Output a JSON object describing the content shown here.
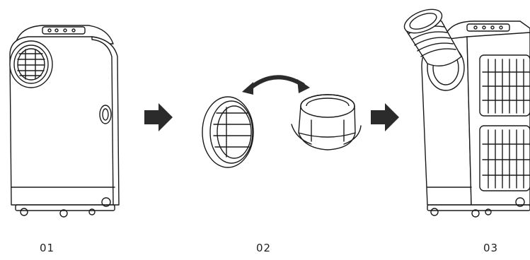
{
  "diagram": {
    "steps": [
      {
        "label": "01"
      },
      {
        "label": "02"
      },
      {
        "label": "03"
      }
    ]
  },
  "colors": {
    "line": "#1a1a1a",
    "arrow": "#2b2b2b",
    "fill": "#ffffff"
  }
}
